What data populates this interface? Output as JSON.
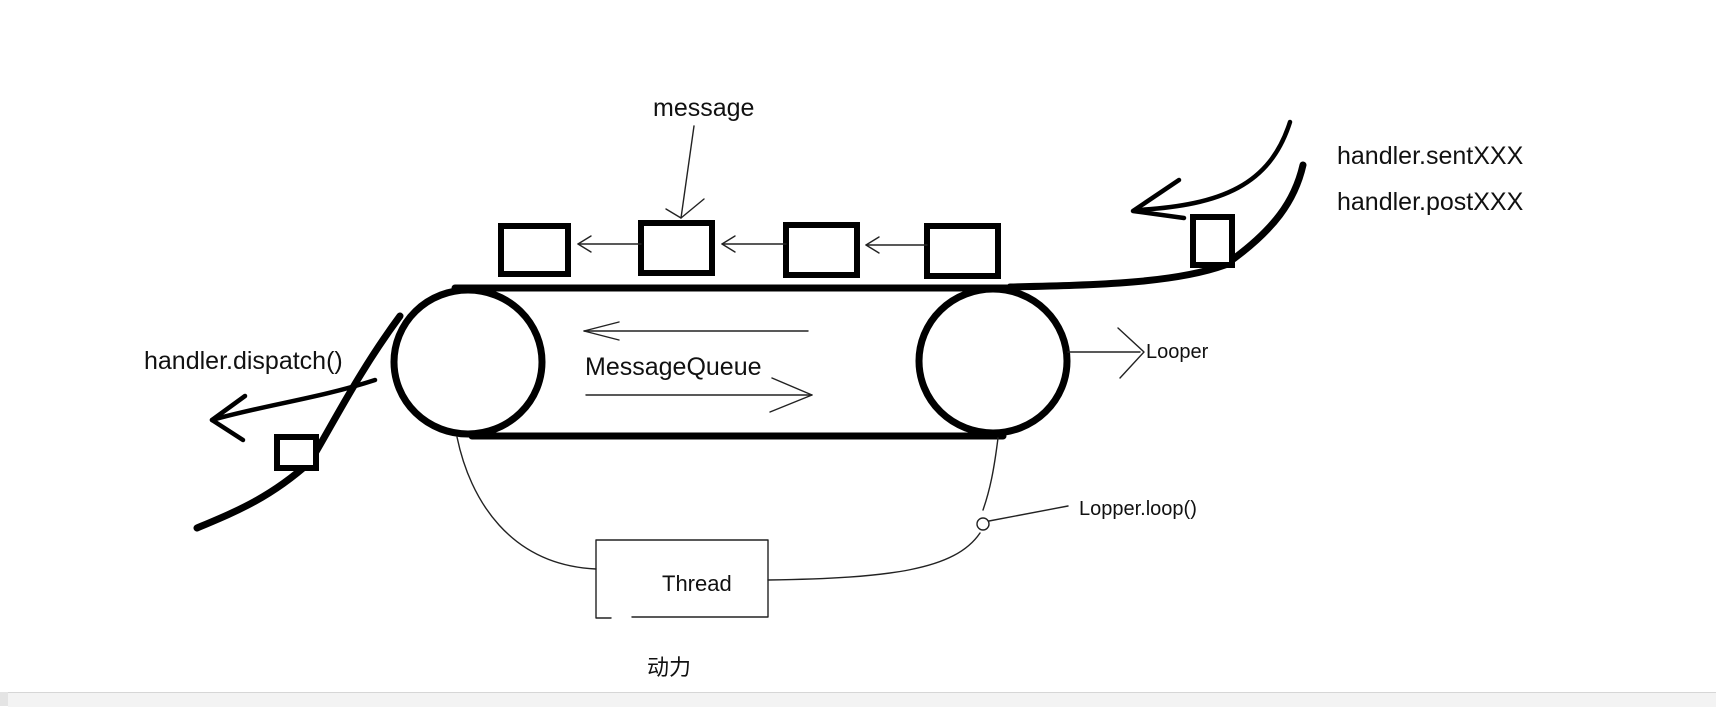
{
  "labels": {
    "message": "message",
    "handler_sent": "handler.sentXXX",
    "handler_post": "handler.postXXX",
    "handler_dispatch": "handler.dispatch()",
    "message_queue": "MessageQueue",
    "looper": "Looper",
    "looper_loop": "Lopper.loop()",
    "thread": "Thread",
    "power": "动力"
  },
  "colors": {
    "stroke": "#000000",
    "background": "#ffffff"
  }
}
